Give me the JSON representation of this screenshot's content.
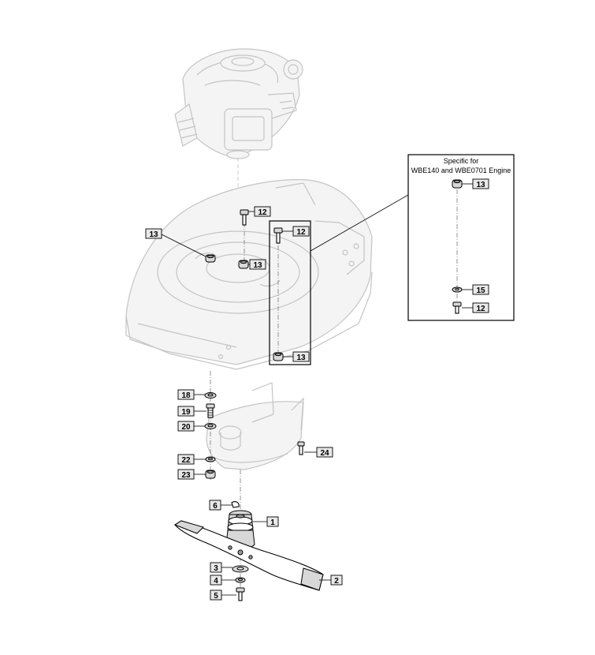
{
  "inset": {
    "title_line1": "Specific for",
    "title_line2": "WBE140 and WBE0701 Engine"
  },
  "callouts": [
    {
      "id": "c12a",
      "label": "12"
    },
    {
      "id": "c12b",
      "label": "12"
    },
    {
      "id": "c12c",
      "label": "12"
    },
    {
      "id": "c13a",
      "label": "13"
    },
    {
      "id": "c13b",
      "label": "13"
    },
    {
      "id": "c13c",
      "label": "13"
    },
    {
      "id": "c13d",
      "label": "13"
    },
    {
      "id": "c15",
      "label": "15"
    },
    {
      "id": "c18",
      "label": "18"
    },
    {
      "id": "c19",
      "label": "19"
    },
    {
      "id": "c20",
      "label": "20"
    },
    {
      "id": "c22",
      "label": "22"
    },
    {
      "id": "c23",
      "label": "23"
    },
    {
      "id": "c24",
      "label": "24"
    },
    {
      "id": "c6",
      "label": "6"
    },
    {
      "id": "c1",
      "label": "1"
    },
    {
      "id": "c2",
      "label": "2"
    },
    {
      "id": "c3",
      "label": "3"
    },
    {
      "id": "c4",
      "label": "4"
    },
    {
      "id": "c5",
      "label": "5"
    }
  ]
}
